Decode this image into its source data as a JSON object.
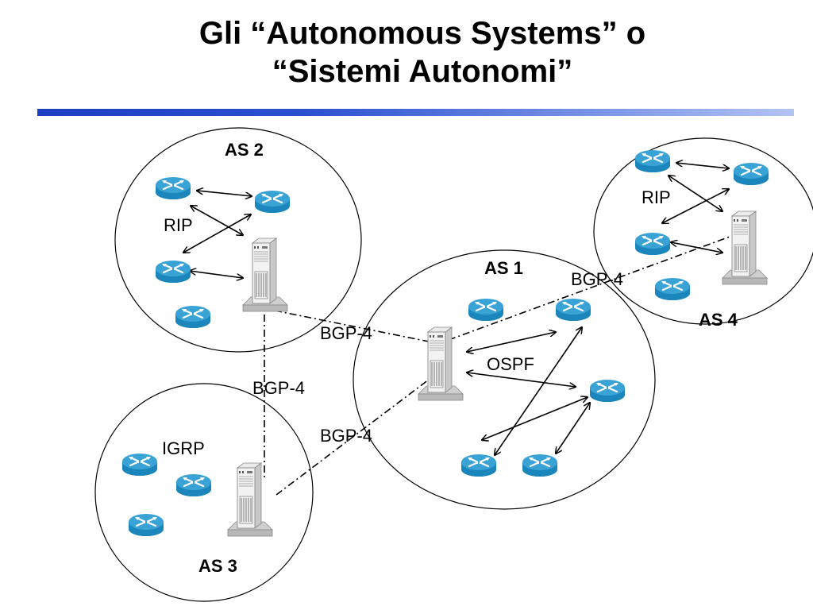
{
  "slide": {
    "title_line1": "Gli “Autonomous Systems” o",
    "title_line2": "“Sistemi Autonomi”"
  },
  "colors": {
    "router_fill": "#1d90c4",
    "router_top": "#5ab4dc",
    "title_bar_start": "#1c3fc0",
    "title_bar_end": "#b3c3f3"
  },
  "systems": {
    "as1": {
      "name": "AS 1",
      "protocol": "OSPF"
    },
    "as2": {
      "name": "AS 2",
      "protocol": "RIP"
    },
    "as3": {
      "name": "AS 3",
      "protocol": "IGRP"
    },
    "as4": {
      "name": "AS 4",
      "protocol": "RIP"
    }
  },
  "links": {
    "as2_as1": "BGP-4",
    "as2_as3": "BGP-4",
    "as3_as1": "BGP-4",
    "as1_as4": "BGP-4"
  },
  "icons": {
    "router": "router-icon",
    "server": "server-icon"
  }
}
